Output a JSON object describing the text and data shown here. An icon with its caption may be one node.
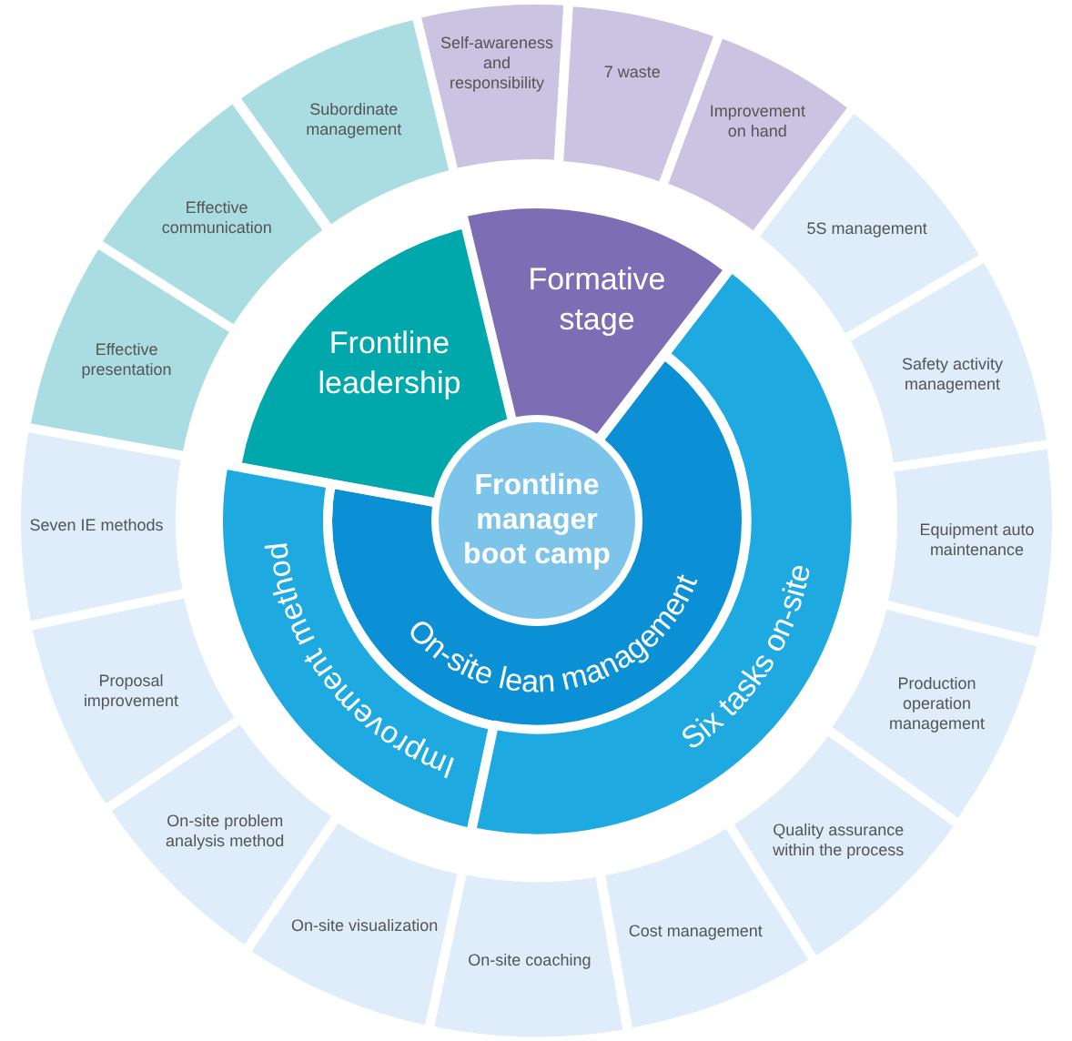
{
  "diagram": {
    "nodes": [
      {
        "text": [
          "Frontline manager boot camp"
        ]
      },
      {
        "text": [
          "On-site lean management"
        ]
      },
      {
        "text": [
          "Frontline leadership"
        ]
      },
      {
        "text": [
          "Formative stage"
        ]
      },
      {
        "text": [
          "Improvement method"
        ]
      },
      {
        "text": [
          "Six tasks on-site"
        ]
      },
      {
        "text": [
          "Self-awareness and responsibility"
        ]
      },
      {
        "text": [
          "7 waste"
        ]
      },
      {
        "text": [
          "Improvement on hand"
        ]
      },
      {
        "text": [
          "5S management"
        ]
      },
      {
        "text": [
          "Safety activity management"
        ]
      },
      {
        "text": [
          "Equipment auto maintenance"
        ]
      },
      {
        "text": [
          "Production operation management"
        ]
      },
      {
        "text": [
          "Quality assurance within the process"
        ]
      },
      {
        "text": [
          "Cost management"
        ]
      },
      {
        "text": [
          "On-site coaching"
        ]
      },
      {
        "text": [
          "On-site visualization"
        ]
      },
      {
        "text": [
          "On-site problem analysis method"
        ]
      },
      {
        "text": [
          "Proposal improvement"
        ]
      },
      {
        "text": [
          "Seven IE methods"
        ]
      },
      {
        "text": [
          "Effective presentation"
        ]
      },
      {
        "text": [
          "Effective communication"
        ]
      },
      {
        "text": [
          "Subordinate management"
        ]
      }
    ]
  }
}
